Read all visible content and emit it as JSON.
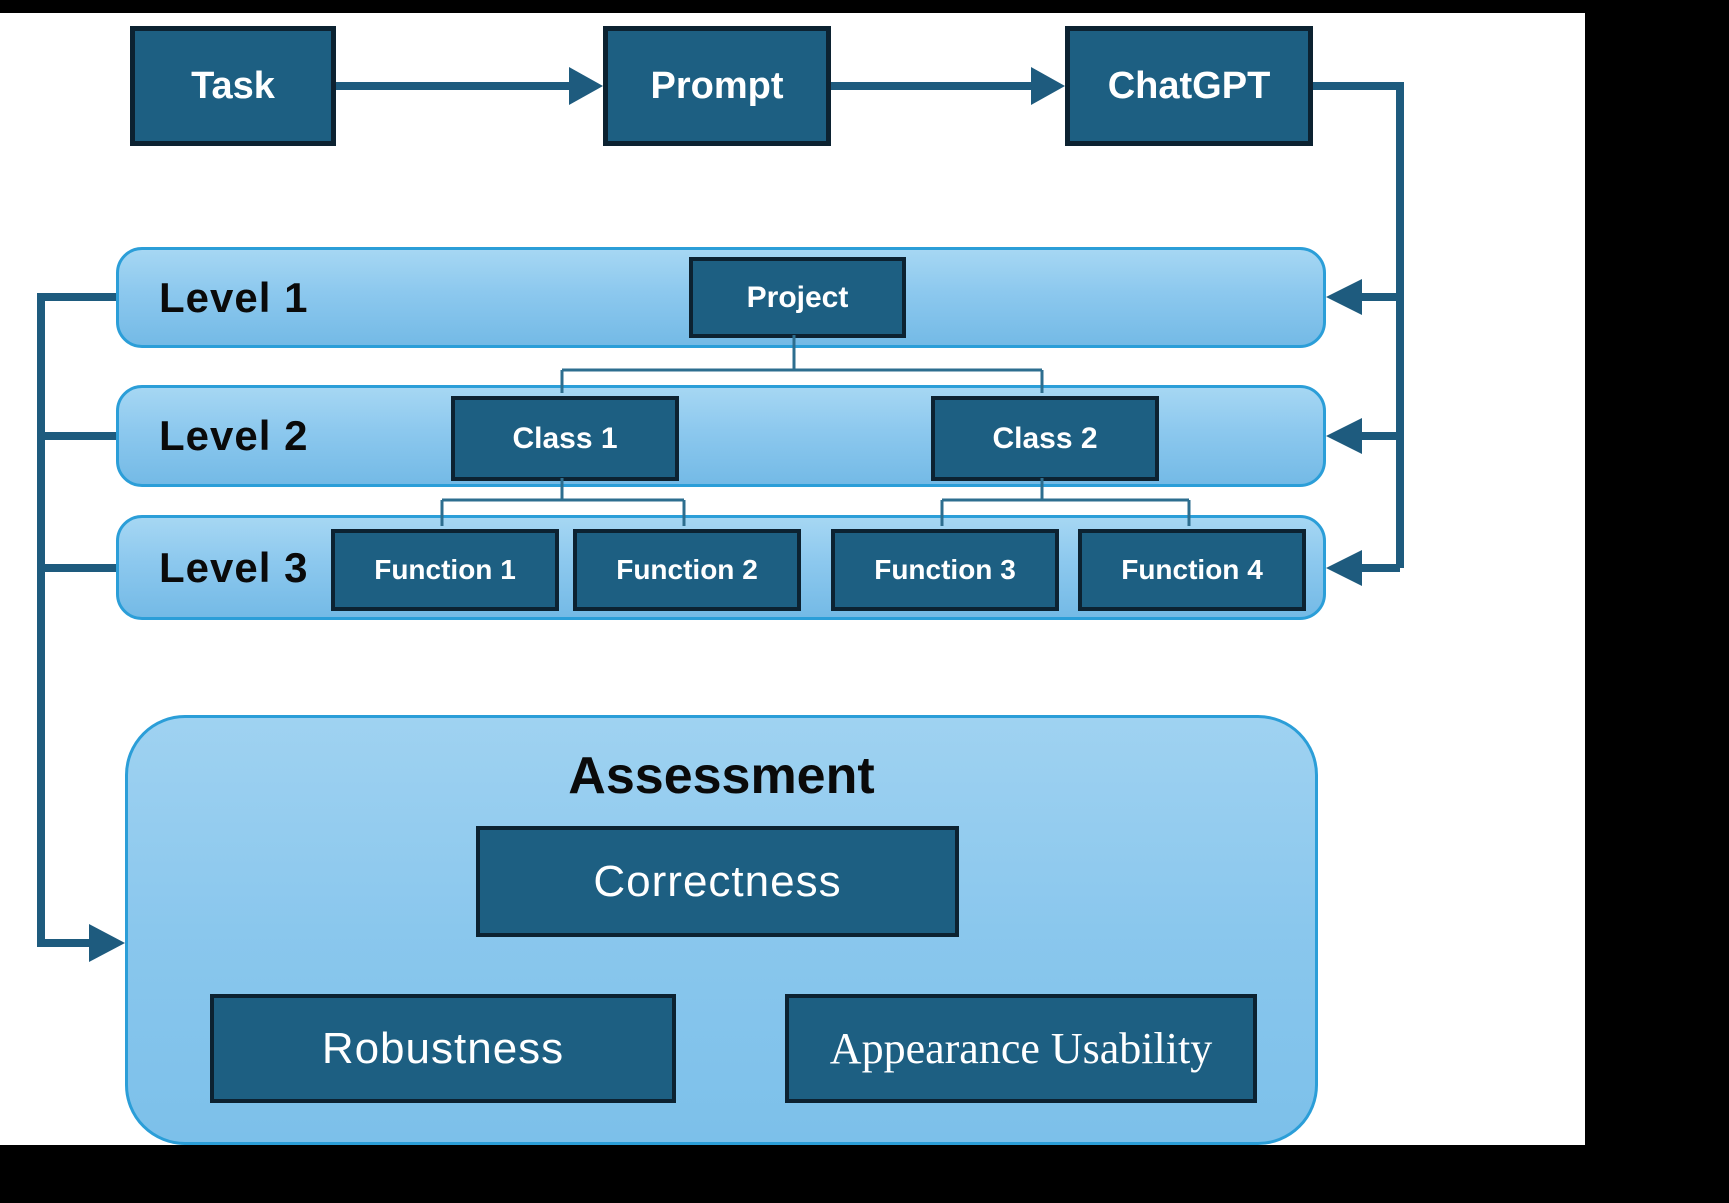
{
  "flow": {
    "nodes": [
      {
        "label": "Task"
      },
      {
        "label": "Prompt"
      },
      {
        "label": "ChatGPT"
      }
    ]
  },
  "levels": [
    {
      "label": "Level 1",
      "boxes": [
        {
          "label": "Project"
        }
      ]
    },
    {
      "label": "Level 2",
      "boxes": [
        {
          "label": "Class 1"
        },
        {
          "label": "Class 2"
        }
      ]
    },
    {
      "label": "Level 3",
      "boxes": [
        {
          "label": "Function 1"
        },
        {
          "label": "Function 2"
        },
        {
          "label": "Function 3"
        },
        {
          "label": "Function 4"
        }
      ]
    }
  ],
  "assessment": {
    "title": "Assessment",
    "criteria": [
      {
        "label": "Correctness"
      },
      {
        "label": "Robustness"
      },
      {
        "label": "Appearance Usability"
      }
    ]
  },
  "colors": {
    "dark_box_fill": "#1D5F82",
    "dark_box_border": "#0C2231",
    "row_border": "#2B9ED8",
    "row_gradient_top": "#A6D7F3",
    "row_gradient_bottom": "#74BAE6",
    "connector": "#1E5B7E",
    "thin_connector": "#2D6E8F",
    "frame": "#000000",
    "page_background": "#FFFFFF"
  }
}
